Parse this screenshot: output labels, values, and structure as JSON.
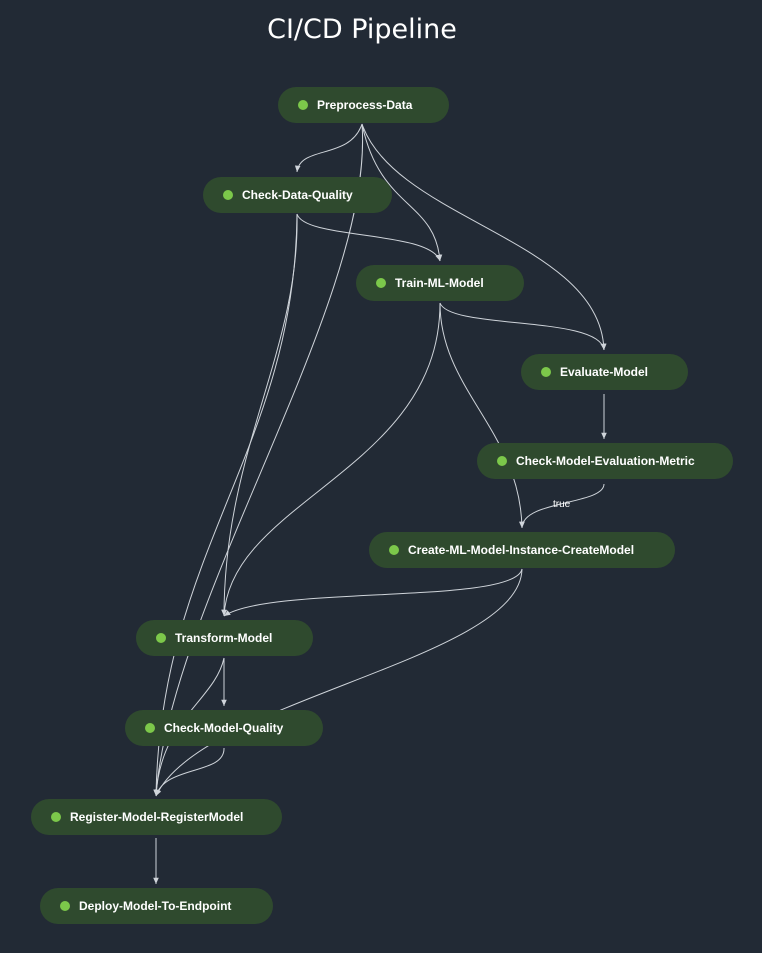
{
  "title": "CI/CD Pipeline",
  "colors": {
    "background": "#222a35",
    "node": "#2f4a2e",
    "status_dot": "#7cc84a",
    "edge": "#cfd4da"
  },
  "steps": [
    {
      "label": "Preprocess-Data",
      "status": "succeeded"
    },
    {
      "label": "Check-Data-Quality",
      "status": "succeeded"
    },
    {
      "label": "Train-ML-Model",
      "status": "succeeded"
    },
    {
      "label": "Evaluate-Model",
      "status": "succeeded"
    },
    {
      "label": "Check-Model-Evaluation-Metric",
      "status": "succeeded"
    },
    {
      "label": "Create-ML-Model-Instance-CreateModel",
      "status": "succeeded"
    },
    {
      "label": "Transform-Model",
      "status": "succeeded"
    },
    {
      "label": "Check-Model-Quality",
      "status": "succeeded"
    },
    {
      "label": "Register-Model-RegisterModel",
      "status": "succeeded"
    },
    {
      "label": "Deploy-Model-To-Endpoint",
      "status": "succeeded"
    }
  ],
  "edge_labels": {
    "condition_true": "true"
  }
}
